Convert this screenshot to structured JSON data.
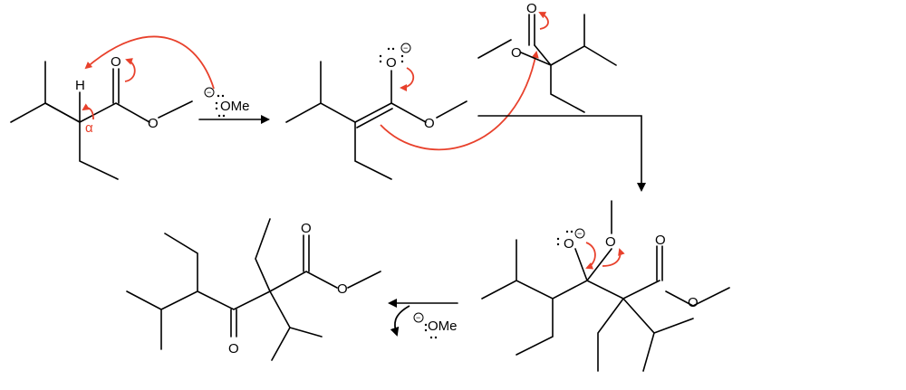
{
  "mechanism": {
    "labels": {
      "H": "H",
      "O": "O",
      "alpha": "α",
      "methoxide": "OMe",
      "charge": "−"
    },
    "colors": {
      "arrow": "#e8412c",
      "bond": "#000000"
    }
  }
}
